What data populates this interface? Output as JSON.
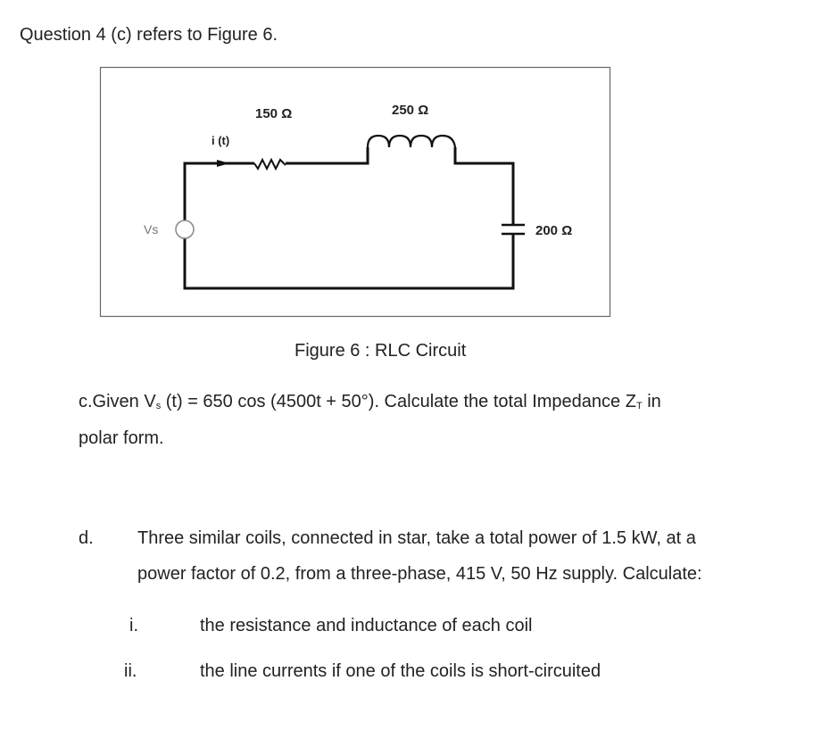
{
  "question_header": "Question 4 (c) refers to Figure 6.",
  "figure": {
    "caption": "Figure 6 : RLC Circuit",
    "labels": {
      "current": "i (t)",
      "resistor": "150 Ω",
      "inductor": "250 Ω",
      "capacitor": "200 Ω",
      "source": "Vs"
    }
  },
  "part_c": {
    "prefix": "c.Given V",
    "sub_s": "s",
    "mid": " (t) = 650 cos (4500t + 50°). Calculate the total Impedance Z",
    "sub_t": "T",
    "end": " in",
    "line2": "polar form."
  },
  "part_d": {
    "label": "d.",
    "line1": "Three similar coils, connected in star, take a total power of 1.5 kW, at a",
    "line2": "power factor of 0.2, from a three-phase, 415 V, 50 Hz supply. Calculate:",
    "items": [
      {
        "label": "i.",
        "text": "the resistance and inductance of each coil"
      },
      {
        "label": "ii.",
        "text": "the line currents if one of the coils is short-circuited"
      }
    ]
  }
}
